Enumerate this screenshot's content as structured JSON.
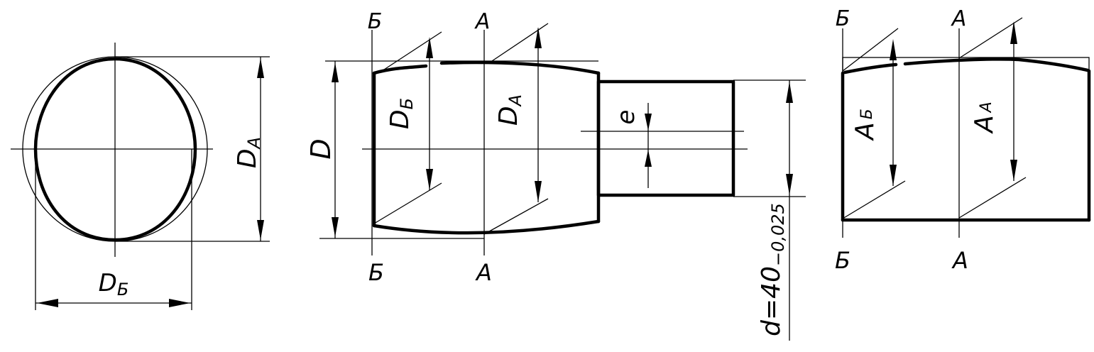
{
  "labels": {
    "left_view": {
      "d_a": "D",
      "d_a_sub": "A",
      "d_b": "D",
      "d_b_sub": "Б"
    },
    "middle_view": {
      "section_b": "Б",
      "section_a": "A",
      "d": "D",
      "d_b": "D",
      "d_b_sub": "Б",
      "d_a": "D",
      "d_a_sub": "A",
      "e": "e",
      "shaft_diameter": "d=40",
      "tolerance": "−0,025"
    },
    "right_view": {
      "section_b": "Б",
      "section_a": "A",
      "a_b": "A",
      "a_b_sub": "Б",
      "a_a": "A",
      "a_a_sub": "A"
    }
  }
}
